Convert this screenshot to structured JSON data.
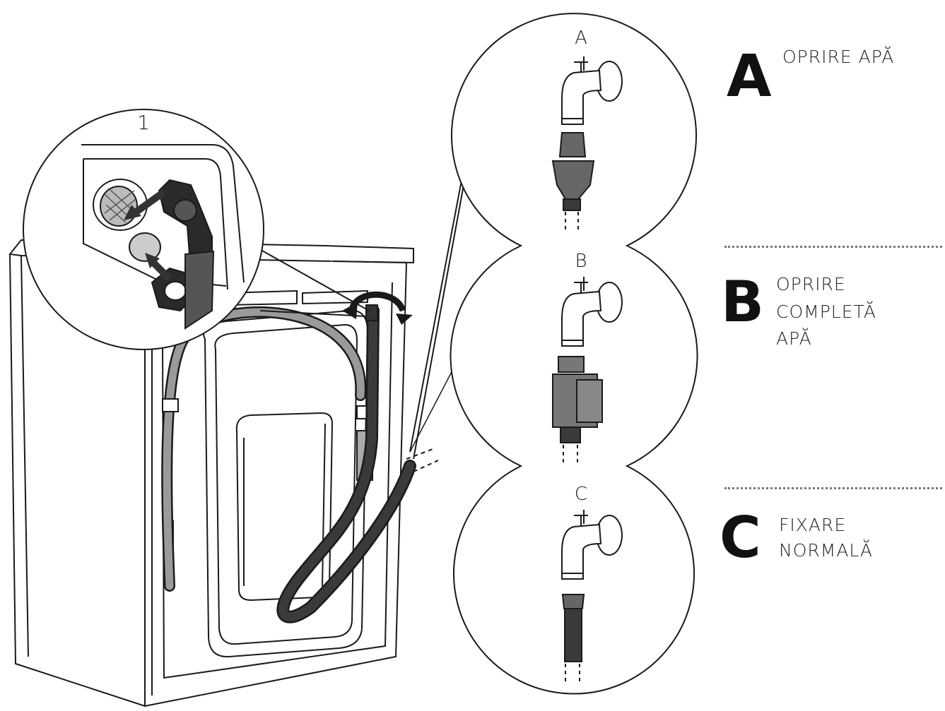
{
  "callouts": {
    "detail_1": "1",
    "option_a": "A",
    "option_b": "B",
    "option_c": "C"
  },
  "legend": [
    {
      "letter": "A",
      "lines": [
        "OPRIRE APĂ"
      ]
    },
    {
      "letter": "B",
      "lines": [
        "OPRIRE",
        "COMPLETĂ",
        "APĂ"
      ]
    },
    {
      "letter": "C",
      "lines": [
        "FIXARE",
        "NORMALĂ"
      ]
    }
  ],
  "colors": {
    "line": "#1a1a1a",
    "hose_gray": "#9a9a9a",
    "hose_dark": "#3a3a3a",
    "fitting": "#6d6d6d"
  }
}
